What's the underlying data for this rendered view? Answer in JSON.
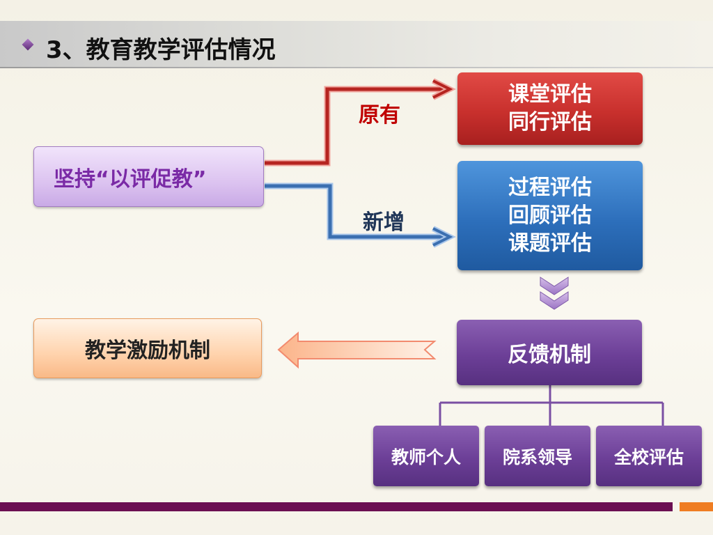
{
  "title": "3、教育教学评估情况",
  "nodes": {
    "center": "坚持“以评促教”",
    "existing": [
      "课堂评估",
      "同行评估"
    ],
    "new": [
      "过程评估",
      "回顾评估",
      "课题评估"
    ],
    "feedback": "反馈机制",
    "incentive": "教学激励机制",
    "sources": [
      "教师个人",
      "院系领导",
      "全校评估"
    ]
  },
  "edge_labels": {
    "existing": "原有",
    "new": "新增"
  },
  "colors": {
    "red": "#c8302d",
    "blue": "#2d6fbb",
    "purple": "#6c3f97",
    "lavender": "#dcc3f0",
    "peach": "#ffd3ad",
    "bottom_bar": "#6b0f52",
    "bottom_accent": "#ef7d22"
  }
}
